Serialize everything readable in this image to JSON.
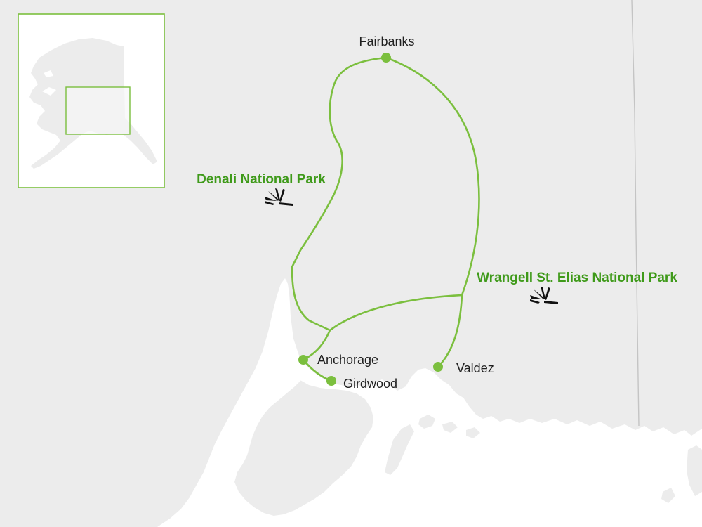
{
  "colors": {
    "land": "#ececec",
    "water": "#ffffff",
    "border": "#c7c7c7",
    "route": "#7bbf3e",
    "city_dot": "#7bbf3e",
    "park_label": "#3f9a1a",
    "city_label": "#1f1f1f",
    "inset_frame": "#7bbf3e"
  },
  "cities": [
    {
      "name": "Fairbanks"
    },
    {
      "name": "Anchorage"
    },
    {
      "name": "Girdwood"
    },
    {
      "name": "Valdez"
    }
  ],
  "parks": [
    {
      "name": "Denali National Park",
      "icon": "mountain-sunburst-icon"
    },
    {
      "name": "Wrangell St. Elias National Park",
      "icon": "mountain-sunburst-icon"
    }
  ],
  "inset": {
    "region": "Alaska",
    "highlight": "route area"
  }
}
